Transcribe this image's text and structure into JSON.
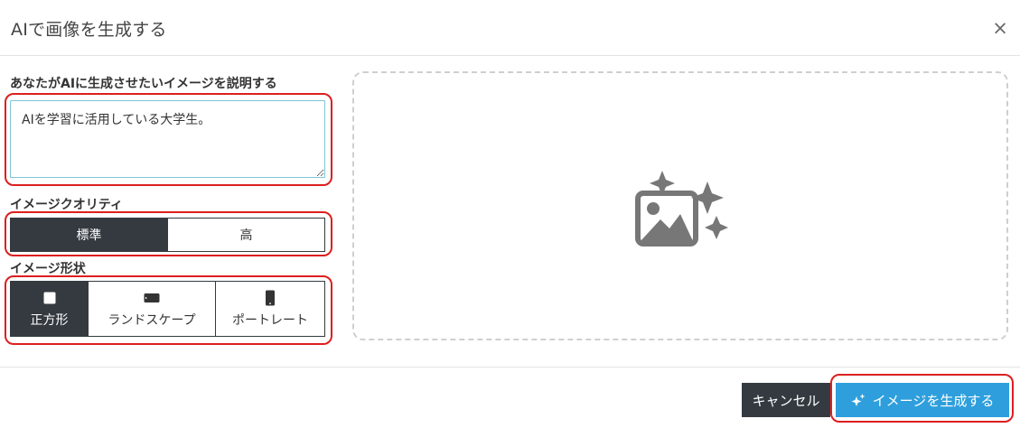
{
  "dialog": {
    "title": "AIで画像を生成する",
    "close_label": "×"
  },
  "prompt": {
    "label": "あなたがAIに生成させたいイメージを説明する",
    "value": "AIを学習に活用している大学生。"
  },
  "quality": {
    "label": "イメージクオリティ",
    "options": [
      {
        "label": "標準",
        "selected": true
      },
      {
        "label": "高",
        "selected": false
      }
    ]
  },
  "shape": {
    "label": "イメージ形状",
    "options": [
      {
        "label": "正方形",
        "icon": "square-icon",
        "selected": true
      },
      {
        "label": "ランドスケープ",
        "icon": "landscape-icon",
        "selected": false
      },
      {
        "label": "ポートレート",
        "icon": "portrait-icon",
        "selected": false
      }
    ]
  },
  "preview": {
    "icon": "ai-image-placeholder-icon"
  },
  "footer": {
    "cancel_label": "キャンセル",
    "generate_label": "イメージを生成する"
  },
  "colors": {
    "dark": "#343a40",
    "accent": "#2e9fdc",
    "highlight": "#dd1f1f"
  }
}
